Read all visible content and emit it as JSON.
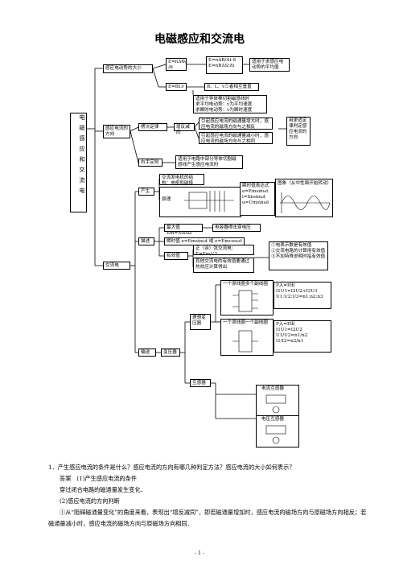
{
  "title": "电磁感应和交流电",
  "root": "电磁感应和交流电",
  "nodes": {
    "emf": "感应电动势的大小",
    "emf_formula1": "E=nΔΦ/Δt",
    "emf_formula2": "E=nΔB/Δt·S\nE=nBΔS/Δt",
    "emf_avg": "适用于求感应电动势的平均值",
    "blv": "E=BLv",
    "blv_cond": "B、L、v三者相互垂直",
    "blv_use": "适用于导体棒切割磁感线时\n求平均电动势：v为平均速度\n求瞬时电动势：v为瞬时速度",
    "dir": "感应电流的方向",
    "lenz": "楞次定律",
    "lenz_rule": "增反减同",
    "lenz_a": "引起感应电流的磁通量增大时，感应电流的磁场方向与之相反",
    "lenz_b": "引起感应电流的磁通量减小时，感应电流的磁场方向与之相同",
    "lenz_note": "用更适定律判定感应电流的方向",
    "rhr": "右手定则",
    "rhr_use": "适用于电路中部分导体切割磁感线产生感应电流时",
    "ac": "交流电",
    "gen": "产生",
    "gen_struct": "交流发电机的结构：电枢和磁极",
    "gen_principle": "原理",
    "inst": "瞬时值表达式\ne=Emsinωt\ni=Imsinωt\nu=Umsinωt",
    "graph": "图象（从中性面开始转动）",
    "desc": "描述",
    "max": "最大值 Em=NBSω",
    "max_note": "电容器得击穿电压",
    "instv": "瞬时值 e=Emsinωt 或 e=Emcosωt",
    "eff": "有效值",
    "eff_sin": "正（余）弦交流电：E=Em/√2",
    "eff_other": "其他交流电的有效值要通过热效应计算得出",
    "eff_use": "①电表示数是有效值\n②交流电路的计算用有效值\n③不加特殊说明时指有效值",
    "trans": "输送",
    "transformer": "变压器",
    "ideal": "理想变压器",
    "multi": "一个原线圈多个副线圈",
    "multi_rel": "P入=P出\nI1U1=I2U2+I3U3\nU1:U2:U3=n1:n2:n3",
    "single": "一个原线圈一个副线圈",
    "single_rel": "P入=P出\nI1U1=I2U2\nU1/U2=n1/n2\nI1/I2=n2/n1",
    "inst_tr": "互感器",
    "ct": "电流互感器",
    "vt": "电压互感器"
  },
  "qa": {
    "q1": "1．产生感应电流的条件是什么？感应电流的方向有哪几种判定方法？感应电流的大小如何表示？",
    "a_label": "答案",
    "a1": "(1)产生感应电流的条件",
    "a2": "穿过闭合电路的磁通量发生变化．",
    "a3": "(2)感应电流的方向判断",
    "a4": "①从“阻碍磁通量变化”的角度来看，表现出“增反减同”，即若磁通量增加时，感应电流的磁场方向与原磁场方向相反；若磁通量减小时，感应电流的磁场方向与原磁场方向相同．"
  },
  "page": "- 1 -"
}
